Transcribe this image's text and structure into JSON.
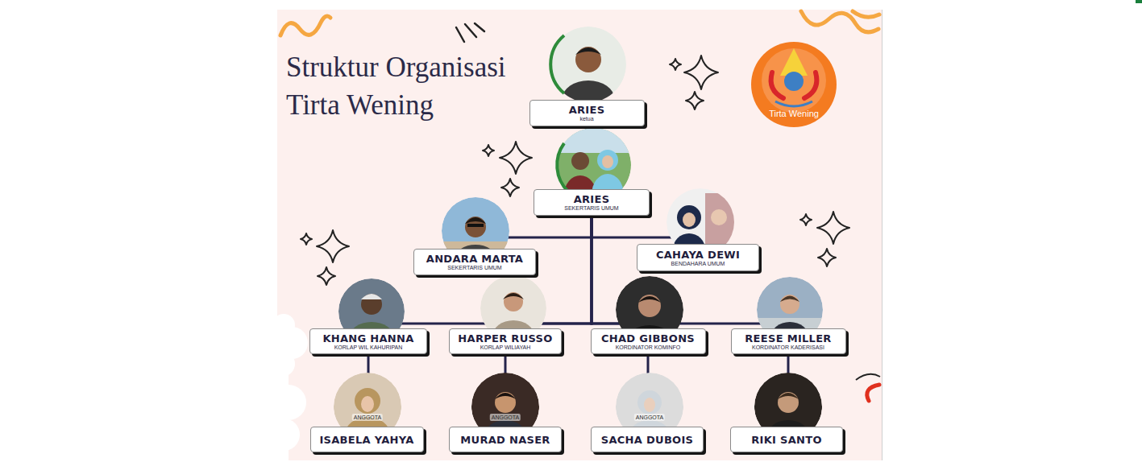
{
  "diagram": {
    "title": "Struktur Organisasi Tirta Wening",
    "nodes": [
      {
        "text": [
          "ARIES",
          "ketua"
        ]
      },
      {
        "text": [
          "ARIES",
          "SEKERTARIS UMUM"
        ]
      },
      {
        "text": [
          "ANDARA MARTA",
          "SEKERTARIS UMUM"
        ]
      },
      {
        "text": [
          "CAHAYA DEWI",
          "BENDAHARA UMUM"
        ]
      },
      {
        "text": [
          "KHANG HANNA",
          "KORLAP WIL KAHURIPAN"
        ]
      },
      {
        "text": [
          "HARPER RUSSO",
          "KORLAP WILIAYAH"
        ]
      },
      {
        "text": [
          "CHAD GIBBONS",
          "KORDINATOR KOMINFO"
        ]
      },
      {
        "text": [
          "REESE MILLER",
          "KORDINATOR KADERISASI"
        ]
      },
      {
        "text": [
          "ISABELA YAHYA"
        ]
      },
      {
        "text": [
          "MURAD NASER"
        ]
      },
      {
        "text": [
          "SACHA DUBOIS"
        ]
      },
      {
        "text": [
          "RIKI SANTO"
        ]
      }
    ],
    "edges": [
      {
        "from": 0,
        "to": 1,
        "arrow": "none"
      },
      {
        "from": 1,
        "to": 2,
        "arrow": "none"
      },
      {
        "from": 1,
        "to": 3,
        "arrow": "none"
      },
      {
        "from": 1,
        "to": 4,
        "arrow": "none"
      },
      {
        "from": 1,
        "to": 5,
        "arrow": "none"
      },
      {
        "from": 1,
        "to": 6,
        "arrow": "none"
      },
      {
        "from": 1,
        "to": 7,
        "arrow": "none"
      },
      {
        "from": 4,
        "to": 8,
        "arrow": "none"
      },
      {
        "from": 5,
        "to": 9,
        "arrow": "none"
      },
      {
        "from": 6,
        "to": 10,
        "arrow": "none"
      },
      {
        "from": 7,
        "to": 11,
        "arrow": "none"
      }
    ],
    "labels": [
      "Tirta Wening",
      "ANGGOTA",
      "ANGGOTA",
      "ANGGOTA"
    ]
  }
}
